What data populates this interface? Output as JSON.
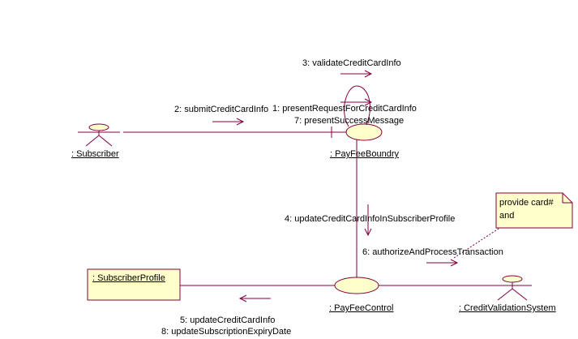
{
  "colors": {
    "line": "#800040",
    "object_fill": "#ffffcc",
    "note_fill": "#ffffcc",
    "text": "#000000"
  },
  "objects": {
    "subscriber": {
      "label": ": Subscriber",
      "shape": "actor"
    },
    "pay_fee_boundry": {
      "label": ": PayFeeBoundry",
      "shape": "boundary"
    },
    "pay_fee_control": {
      "label": ": PayFeeControl",
      "shape": "control"
    },
    "subscriber_profile": {
      "label": ": SubscriberProfile",
      "shape": "class-box"
    },
    "credit_validation_system": {
      "label": ": CreditValidationSystem",
      "shape": "actor"
    }
  },
  "messages": {
    "m1": "1: presentRequestForCreditCardInfo",
    "m2": "2: submitCreditCardInfo",
    "m3": "3: validateCreditCardInfo",
    "m4": "4: updateCreditCardInfoInSubscriberProfile",
    "m5": "5: updateCreditCardInfo",
    "m6": "6: authorizeAndProcessTransaction",
    "m7": "7: presentSuccessMessage",
    "m8": "8: updateSubscriptionExpiryDate"
  },
  "note": {
    "line1": "provide card#",
    "line2": "and"
  }
}
